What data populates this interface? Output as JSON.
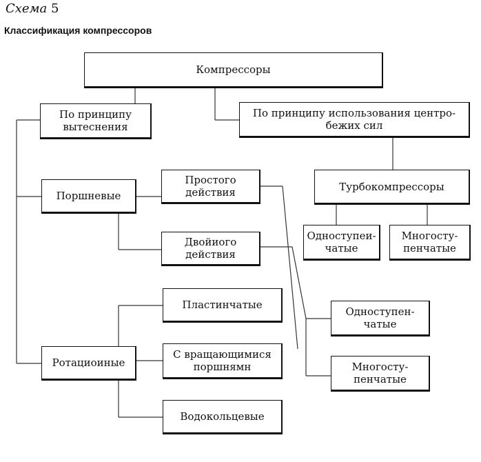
{
  "header": {
    "scheme_word": "Схема",
    "scheme_number": "5",
    "title": "Классификация компрессоров"
  },
  "nodes": {
    "root": "Компрессоры",
    "by_displacement": "По принципу\nвытеснения",
    "by_centrifugal": "По принципу использования центро-\nбежих сил",
    "piston": "Поршневые",
    "single_action": "Простого\nдействия",
    "double_action": "Двойиого\nдействия",
    "turbo": "Турбокомпрессоры",
    "turbo_single_stage": "Одноступеи-\nчатые",
    "turbo_multi_stage": "Многосту-\nпенчатые",
    "piston_single_stage": "Одноступен-\nчатые",
    "piston_multi_stage": "Многосту-\nпенчатые",
    "rotary": "Ротациоиные",
    "vane": "Пластинчатые",
    "rotating_pistons": "С вращающимися\nпоршнямн",
    "liquid_ring": "Водокольцевые"
  }
}
